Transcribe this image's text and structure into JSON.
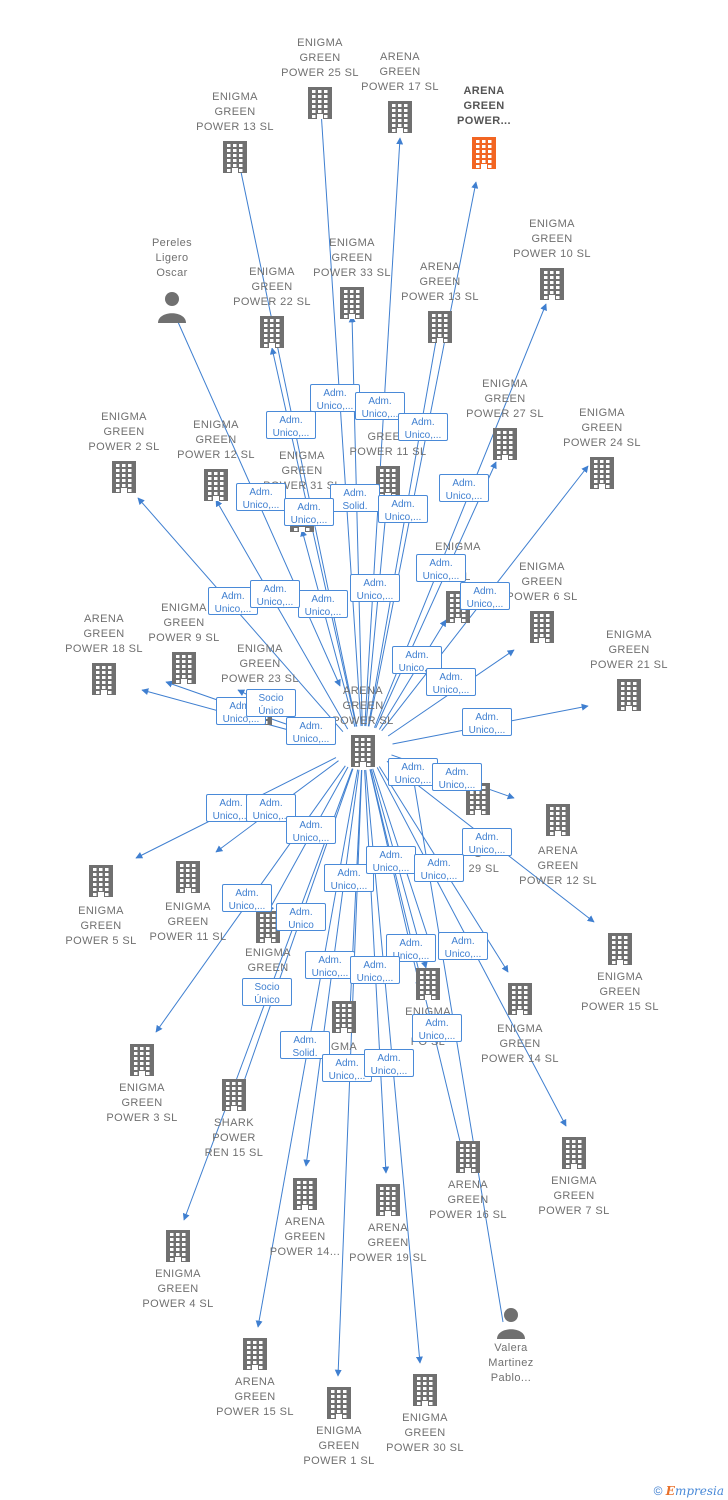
{
  "colors": {
    "edge": "#3f7fd0",
    "building": "#707070",
    "highlight": "#f26522",
    "person": "#707070"
  },
  "nodes": [
    {
      "label": "ENIGMA\nGREEN\nPOWER 25  SL",
      "icon": "building-icon"
    },
    {
      "label": "ARENA\nGREEN\nPOWER 17  SL",
      "icon": "building-icon"
    },
    {
      "label": "ARENA\nGREEN\nPOWER...",
      "icon": "building-icon",
      "highlight": true
    },
    {
      "label": "ENIGMA\nGREEN\nPOWER 13  SL",
      "icon": "building-icon"
    },
    {
      "label": "Pereles\nLigero\nOscar",
      "icon": "person-icon"
    },
    {
      "label": "ENIGMA\nGREEN\nPOWER 33  SL",
      "icon": "building-icon"
    },
    {
      "label": "ENIGMA\nGREEN\nPOWER 22  SL",
      "icon": "building-icon"
    },
    {
      "label": "ARENA\nGREEN\nPOWER 13  SL",
      "icon": "building-icon"
    },
    {
      "label": "ENIGMA\nGREEN\nPOWER 10  SL",
      "icon": "building-icon"
    },
    {
      "label": "ENIGMA\nGREEN\nPOWER 27  SL",
      "icon": "building-icon"
    },
    {
      "label": "ENIGMA\nGREEN\nPOWER 2  SL",
      "icon": "building-icon"
    },
    {
      "label": "ENIGMA\nGREEN\nPOWER 12  SL",
      "icon": "building-icon"
    },
    {
      "label": "GREEN\nPOWER 11  SL",
      "icon": "building-icon"
    },
    {
      "label": "ENIGMA\nGREEN\nPOWER 31  SL",
      "icon": "building-icon"
    },
    {
      "label": "ENIGMA\nGREEN\nPOWER 24  SL",
      "icon": "building-icon"
    },
    {
      "label": "ENIGMA\nN\nS  SL",
      "icon": "building-icon"
    },
    {
      "label": "ENIGMA\nGREEN\nPOWER 6  SL",
      "icon": "building-icon"
    },
    {
      "label": "ENIGMA\nGREEN\nPOWER 9  SL",
      "icon": "building-icon"
    },
    {
      "label": "ARENA\nGREEN\nPOWER 18  SL",
      "icon": "building-icon"
    },
    {
      "label": "ENIGMA\nGREEN\nPOWER 21  SL",
      "icon": "building-icon"
    },
    {
      "label": "ENIGMA\nGREEN\nPOWER 23  SL",
      "icon": "building-icon"
    },
    {
      "label": "ARENA\nGREEN\nPOWER  SL",
      "icon": "building-icon",
      "central": true
    },
    {
      "label": "EN\nG\nR 29  SL",
      "icon": "building-icon"
    },
    {
      "label": "ARENA\nGREEN\nPOWER 12  SL",
      "icon": "building-icon"
    },
    {
      "label": "ENIGMA\nGREEN\nPOWER 5  SL",
      "icon": "building-icon"
    },
    {
      "label": "ENIGMA\nGREEN\nPOWER 11  SL",
      "icon": "building-icon"
    },
    {
      "label": "ENIGMA\nGREEN\nPOWER 15  SL",
      "icon": "building-icon"
    },
    {
      "label": "ENIGMA\nGREEN\nPO",
      "icon": "building-icon"
    },
    {
      "label": "ENIGMA\nG\nPO  SL",
      "icon": "building-icon"
    },
    {
      "label": "ENIGMA\nGREEN\nPOWER 14  SL",
      "icon": "building-icon"
    },
    {
      "label": "ENIGMA\nGREEN\nPOWER 3  SL",
      "icon": "building-icon"
    },
    {
      "label": "SHARK\nPOWER\nREN 15  SL",
      "icon": "building-icon"
    },
    {
      "label": "GMA\n\nPO",
      "icon": "building-icon"
    },
    {
      "label": "ARENA\nGREEN\nPOWER 16  SL",
      "icon": "building-icon"
    },
    {
      "label": "ENIGMA\nGREEN\nPOWER 7  SL",
      "icon": "building-icon"
    },
    {
      "label": "ARENA\nGREEN\nPOWER 14...",
      "icon": "building-icon"
    },
    {
      "label": "ARENA\nGREEN\nPOWER 19  SL",
      "icon": "building-icon"
    },
    {
      "label": "ENIGMA\nGREEN\nPOWER 4  SL",
      "icon": "building-icon"
    },
    {
      "label": "Valera\nMartinez\nPablo...",
      "icon": "person-icon"
    },
    {
      "label": "ARENA\nGREEN\nPOWER 15  SL",
      "icon": "building-icon"
    },
    {
      "label": "ENIGMA\nGREEN\nPOWER 30  SL",
      "icon": "building-icon"
    },
    {
      "label": "ENIGMA\nGREEN\nPOWER 1  SL",
      "icon": "building-icon"
    }
  ],
  "relations": [
    "Adm.\nUnico,...",
    "Adm.\nUnico,...",
    "Adm.\nUnico,...",
    "Adm.\nUnico,...",
    "Adm.\nUnico,...",
    "Adm.\nSolid.",
    "Adm.\nUnico,...",
    "Adm.\nUnico,...",
    "Adm.\nUnico,...",
    "Adm.\nUnico,...",
    "Adm.\nUnico,...",
    "Adm.\nUnico,...",
    "Adm.\nUnico,...",
    "Adm.\nUnico,...",
    "Adm.\nUnico,...",
    "Adm.\nUnico,...",
    "Adm.\nUnico,...",
    "Adm.\nUnico,...",
    "Socio\nÚnico",
    "Adm.\nUnico,...",
    "Adm.\nUnico,...",
    "Adm.\nUnico,...",
    "Adm.\nUnico,...",
    "Adm.\nUnico,...",
    "Adm.\nUnico,...",
    "Adm.\nUnico,...",
    "Adm.\nUnico,...",
    "Adm.\nUnico,...",
    "Adm.\nUnico,...",
    "Adm.\nUnico,...",
    "Adm.\nUnico,...",
    "Adm.\nUnico",
    "Adm.\nUnico,...",
    "Adm.\nUnico,...",
    "Adm.\nUnico,...",
    "Adm.\nUnico,...",
    "Socio\nÚnico",
    "Adm.\nUnico,...",
    "Adm.\nSolid.",
    "Adm.\nUnico,...",
    "Adm.\nUnico,...",
    "Adm.\nUnico,..."
  ],
  "footer": {
    "copyright": "©",
    "brand_initial": "E",
    "brand_rest": "mpresia"
  }
}
